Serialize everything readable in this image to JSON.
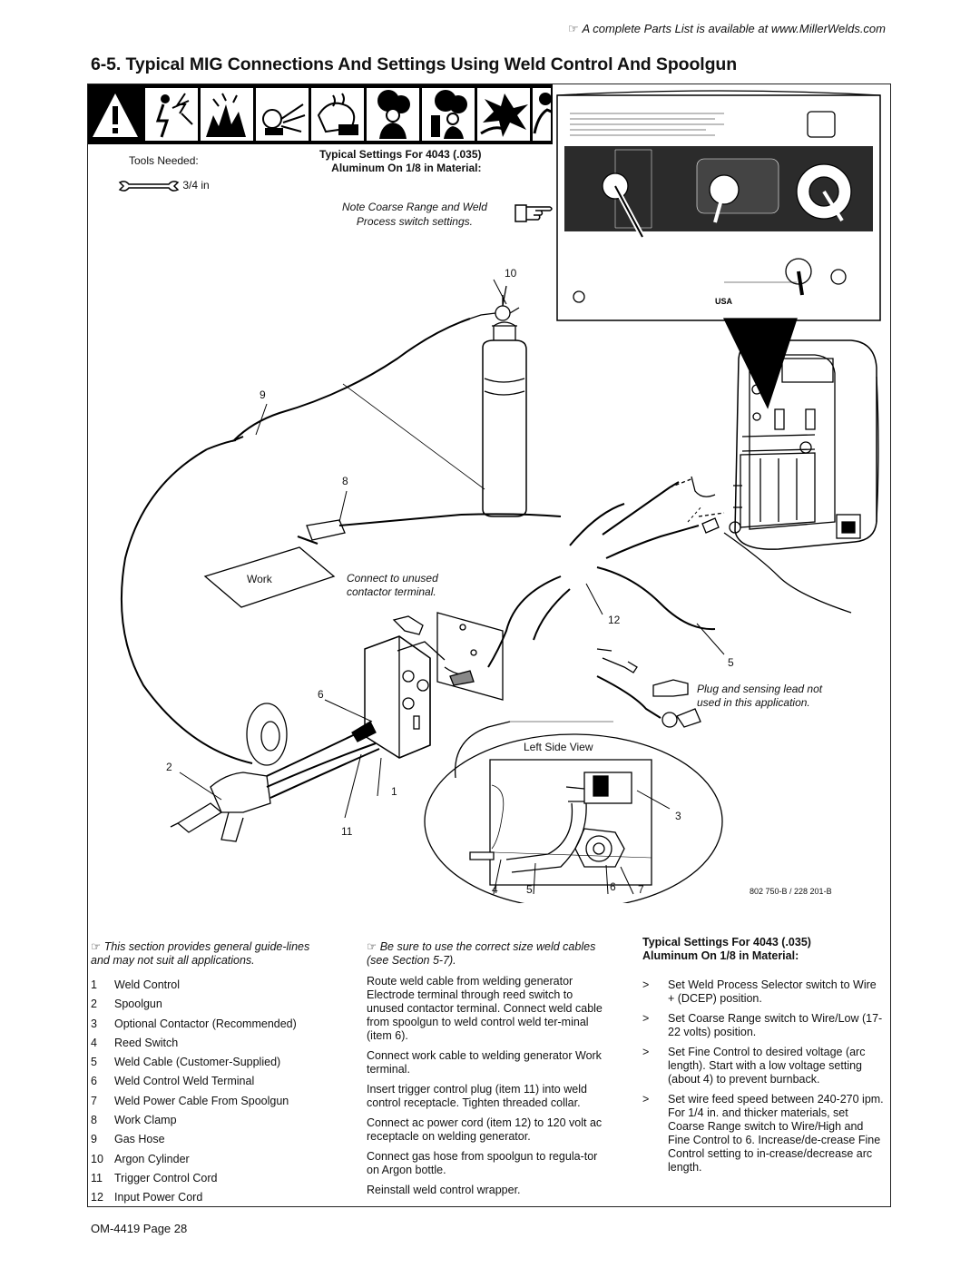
{
  "header": {
    "hand_icon": "pointing-hand-icon",
    "note": "A complete Parts List is available at www.MillerWelds.com"
  },
  "title": "6-5.  Typical MIG Connections And Settings Using Weld Control And Spoolgun",
  "figure": {
    "tools_needed": "Tools Needed:",
    "wrench_size": "3/4 in",
    "settings_heading_line1": "Typical   Settings For 4043 (.035)",
    "settings_heading_line2": "Aluminum On 1/8 in Material:",
    "note_coarse_line1": "Note Coarse Range and Weld",
    "note_coarse_line2": "Process switch settings.",
    "work_label": "Work",
    "connect_unused_line1": "Connect to unused",
    "connect_unused_line2": "contactor terminal.",
    "plug_note_line1": "Plug and sensing lead not",
    "plug_note_line2": "used in this application.",
    "left_side_view": "Left Side View",
    "drawing_code": "802 750-B / 228 201-B",
    "callouts": [
      "10",
      "9",
      "8",
      "12",
      "5",
      "6",
      "2",
      "1",
      "11",
      "3",
      "4",
      "5",
      "6",
      "7"
    ]
  },
  "notes": {
    "general": "This section provides general guide-lines and may not suit all applications.",
    "cables": "Be sure to use the correct size weld cables (see Section 5-7)."
  },
  "items": [
    {
      "num": "1",
      "label": "Weld Control"
    },
    {
      "num": "2",
      "label": "Spoolgun"
    },
    {
      "num": "3",
      "label": "Optional Contactor (Recommended)"
    },
    {
      "num": "4",
      "label": "Reed Switch"
    },
    {
      "num": "5",
      "label": "Weld Cable (Customer-Supplied)"
    },
    {
      "num": "6",
      "label": "Weld Control Weld Terminal"
    },
    {
      "num": "7",
      "label": "Weld Power Cable From Spoolgun"
    },
    {
      "num": "8",
      "label": "Work Clamp"
    },
    {
      "num": "9",
      "label": "Gas Hose"
    },
    {
      "num": "10",
      "label": "Argon  Cylinder"
    },
    {
      "num": "11",
      "label": "Trigger Control Cord"
    },
    {
      "num": "12",
      "label": "Input Power Cord"
    }
  ],
  "instructions": [
    "Route weld cable from welding generator Electrode terminal through reed switch to unused contactor terminal. Connect weld cable from spoolgun to weld control weld ter-minal (item 6).",
    "Connect work cable to welding generator Work terminal.",
    "Insert trigger control plug (item 11) into weld control receptacle. Tighten threaded collar.",
    "Connect ac power cord (item 12) to 120 volt ac receptacle on welding generator.",
    "Connect gas hose from spoolgun to regula-tor on Argon bottle.",
    "Reinstall weld control wrapper."
  ],
  "settings": {
    "heading_line1": "Typical  Settings For 4043 (.035)",
    "heading_line2": "Aluminum On 1/8 in Material:",
    "bullet_glyph": ">",
    "steps": [
      "Set Weld Process Selector switch to Wire +  (DCEP) position.",
      "Set Coarse Range switch to Wire/Low (17-22 volts) position.",
      "Set Fine Control to desired voltage (arc length). Start with a low voltage setting (about 4) to prevent burnback.",
      "Set wire feed speed between 240-270 ipm. For 1/4 in. and thicker materials, set Coarse Range switch to Wire/High and Fine Control to 6. Increase/de-crease Fine Control setting to in-crease/decrease arc length."
    ]
  },
  "footer": "OM-4419 Page 28"
}
